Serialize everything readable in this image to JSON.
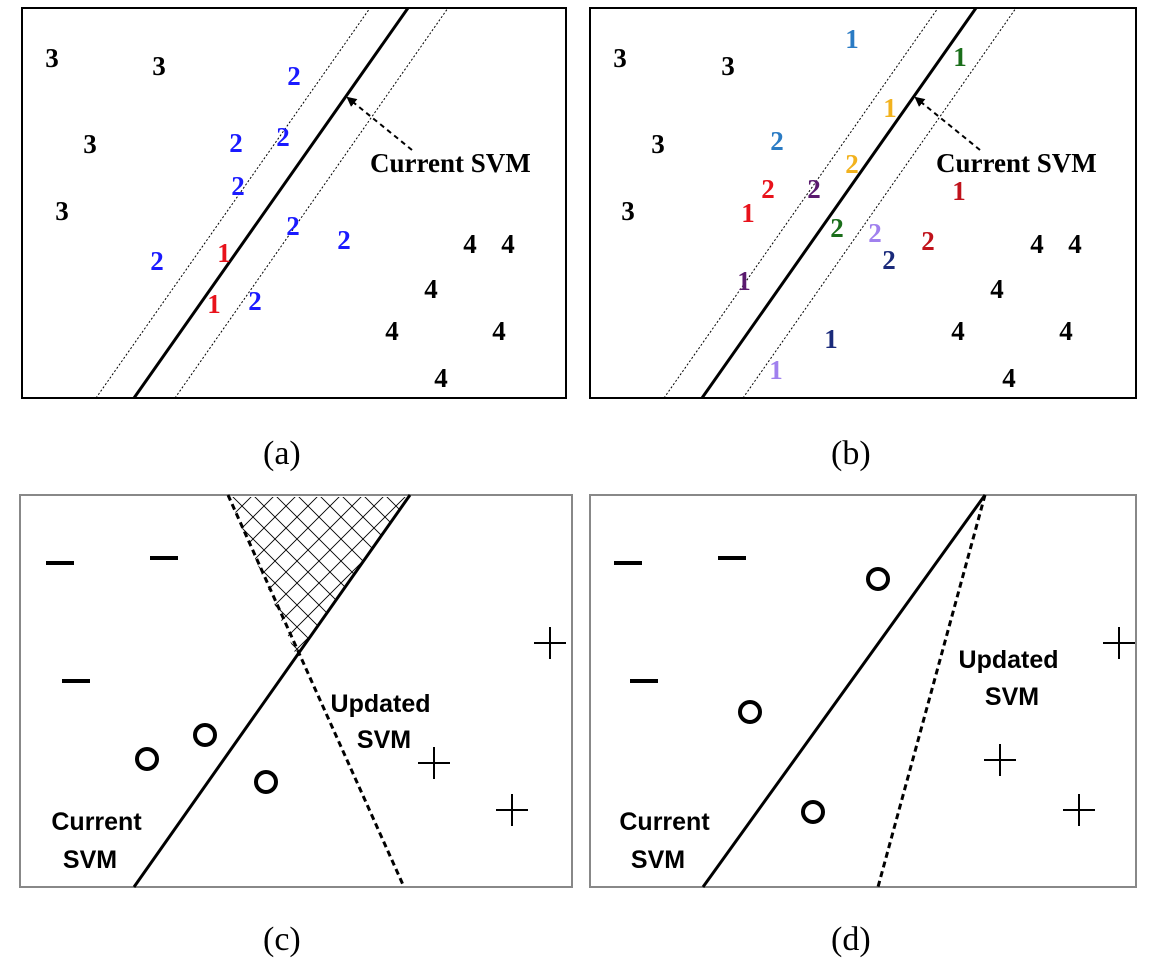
{
  "captions": {
    "a": "(a)",
    "b": "(b)",
    "c": "(c)",
    "d": "(d)"
  },
  "colors": {
    "black": "#000000",
    "blue": "#1a1aff",
    "red": "#e8121b",
    "dark_red": "#c0121b",
    "steel_blue": "#2a7bc4",
    "green": "#1a6e1a",
    "orange": "#f2b21e",
    "purple": "#5a1a6e",
    "lavender": "#a080ee",
    "navy": "#1a2a7a"
  },
  "panel_a": {
    "current_svm_label": "Current SVM",
    "points": [
      {
        "label": "3",
        "color": "black"
      },
      {
        "label": "3",
        "color": "black"
      },
      {
        "label": "3",
        "color": "black"
      },
      {
        "label": "3",
        "color": "black"
      },
      {
        "label": "2",
        "color": "blue"
      },
      {
        "label": "2",
        "color": "blue"
      },
      {
        "label": "2",
        "color": "blue"
      },
      {
        "label": "2",
        "color": "blue"
      },
      {
        "label": "2",
        "color": "blue"
      },
      {
        "label": "2",
        "color": "blue"
      },
      {
        "label": "2",
        "color": "blue"
      },
      {
        "label": "2",
        "color": "blue"
      },
      {
        "label": "1",
        "color": "red"
      },
      {
        "label": "1",
        "color": "red"
      },
      {
        "label": "4",
        "color": "black"
      },
      {
        "label": "4",
        "color": "black"
      },
      {
        "label": "4",
        "color": "black"
      },
      {
        "label": "4",
        "color": "black"
      },
      {
        "label": "4",
        "color": "black"
      },
      {
        "label": "4",
        "color": "black"
      }
    ]
  },
  "panel_b": {
    "current_svm_label": "Current SVM",
    "points": [
      {
        "label": "3",
        "color": "black"
      },
      {
        "label": "3",
        "color": "black"
      },
      {
        "label": "3",
        "color": "black"
      },
      {
        "label": "3",
        "color": "black"
      },
      {
        "label": "1",
        "color": "steel_blue"
      },
      {
        "label": "1",
        "color": "green"
      },
      {
        "label": "1",
        "color": "orange"
      },
      {
        "label": "2",
        "color": "steel_blue"
      },
      {
        "label": "2",
        "color": "orange"
      },
      {
        "label": "2",
        "color": "red"
      },
      {
        "label": "2",
        "color": "purple"
      },
      {
        "label": "1",
        "color": "red"
      },
      {
        "label": "1",
        "color": "dark_red"
      },
      {
        "label": "2",
        "color": "green"
      },
      {
        "label": "2",
        "color": "lavender"
      },
      {
        "label": "2",
        "color": "dark_red"
      },
      {
        "label": "2",
        "color": "navy"
      },
      {
        "label": "1",
        "color": "purple"
      },
      {
        "label": "1",
        "color": "navy"
      },
      {
        "label": "1",
        "color": "lavender"
      },
      {
        "label": "4",
        "color": "black"
      },
      {
        "label": "4",
        "color": "black"
      },
      {
        "label": "4",
        "color": "black"
      },
      {
        "label": "4",
        "color": "black"
      },
      {
        "label": "4",
        "color": "black"
      },
      {
        "label": "4",
        "color": "black"
      }
    ]
  },
  "panel_c": {
    "current_svm_label": [
      "Current",
      "SVM"
    ],
    "updated_svm_label": [
      "Updated",
      "SVM"
    ]
  },
  "panel_d": {
    "current_svm_label": [
      "Current",
      "SVM"
    ],
    "updated_svm_label": [
      "Updated",
      "SVM"
    ]
  }
}
